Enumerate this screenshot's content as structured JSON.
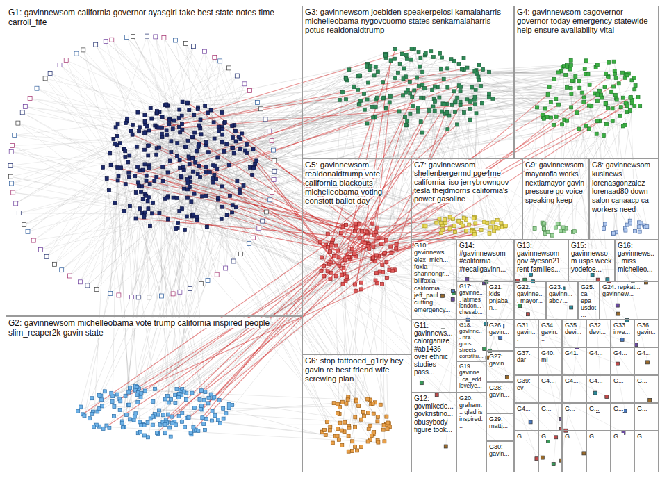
{
  "diagram": {
    "nodes": [
      {
        "text": [
          "G1: gavinnewsom california governor ayasgirl take best state notes time carroll_fife"
        ]
      },
      {
        "text": [
          "G3: gavinnewsom joebiden speakerpelosi kamalaharris michelleobama nygovcuomo states senkamalaharris potus realdonaldtrump"
        ]
      },
      {
        "text": [
          "G4: gavinnewsom cagovernor governor today emergency statewide help ensure availability vital"
        ]
      },
      {
        "text": [
          "G5: gavinnewsom realdonaldtrump vote california blackouts michelleobama voting eonstott ballot day"
        ]
      },
      {
        "text": [
          "G7: gavinnewsom shellenbergermd pge4me california_iso jerrybrowngov tesla thejdmorris california's power gasoline"
        ]
      },
      {
        "text": [
          "G9: gavinnewsom mayorofla works nextlamayor gavin pressure go voice speaking keep"
        ]
      },
      {
        "text": [
          "G8: gavinnewsom kusinews lorenasgonzalez lorenaad80 down salon canaacp ca workers need"
        ]
      },
      {
        "text": [
          "G10: gavinnews... elex_mich... foxla shannongr... billfoxla california jeff_paul cutting emergency..."
        ]
      },
      {
        "text": [
          "G14: #gavinnewsom #california #recallgavinn..."
        ]
      },
      {
        "text": [
          "G13: gavinnewsom gov #yeson21 rent families..."
        ]
      },
      {
        "text": [
          "G15: gavinnewsom usps week yodefoe..."
        ]
      },
      {
        "text": [
          "G16: gavinnews... miss michelleo..."
        ]
      },
      {
        "text": [
          "G17: gavinne... latimes london... chesab..."
        ]
      },
      {
        "text": [
          "G21: kids pnjaban..."
        ]
      },
      {
        "text": [
          "G22: gavinne... mayor..."
        ]
      },
      {
        "text": [
          "G23: gavinn... abc7..."
        ]
      },
      {
        "text": [
          "G25: ca epa usdot..."
        ]
      },
      {
        "text": [
          "G24: repkat... gavinnew..."
        ]
      },
      {
        "text": [
          "G11: gavinnews... calorganize #ab1436 over ethnic studies pass..."
        ]
      },
      {
        "text": [
          "G18: gavinne... nra guns streets constitu..."
        ]
      },
      {
        "text": [
          "G26: gavin..."
        ]
      },
      {
        "text": [
          "G27: gavin..."
        ]
      },
      {
        "text": [
          "G19: gavinne... ca_edd lovelye..."
        ]
      },
      {
        "text": [
          "G28: gavin..."
        ]
      },
      {
        "text": [
          "G12: govmikede... govkristino... obusybody figure took..."
        ]
      },
      {
        "text": [
          "G20: graham... glad is inspired..."
        ]
      },
      {
        "text": [
          "G29: mattj..."
        ]
      },
      {
        "text": [
          "G30: gavin..."
        ]
      },
      {
        "text": [
          "G2: gavinnewsom michelleobama vote trump california inspired people slim_reaper2k gavin state"
        ]
      },
      {
        "text": [
          "G6: stop tattooed_g1rly hey gavin re best friend wife screwing plan"
        ]
      },
      {
        "text": [
          "G31: gavin..."
        ]
      },
      {
        "text": [
          "G34: gavin..."
        ]
      },
      {
        "text": [
          "G35: devi..."
        ]
      },
      {
        "text": [
          "G32: devi..."
        ]
      },
      {
        "text": [
          "G33: inve..."
        ]
      },
      {
        "text": [
          "G36: gavin..."
        ]
      },
      {
        "text": [
          "G37: dar"
        ]
      },
      {
        "text": [
          "G40: mi"
        ]
      },
      {
        "text": [
          "G41:"
        ]
      },
      {
        "text": [
          "G4..."
        ]
      },
      {
        "text": [
          "G4..."
        ]
      },
      {
        "text": [
          "G4..."
        ]
      },
      {
        "text": [
          "G39: ev"
        ]
      },
      {
        "text": [
          "G4..."
        ]
      },
      {
        "text": [
          "G4..."
        ]
      },
      {
        "text": [
          "G4..."
        ]
      },
      {
        "text": [
          "G..."
        ]
      },
      {
        "text": [
          "G..."
        ]
      },
      {
        "text": [
          "G4..."
        ]
      },
      {
        "text": [
          "G..."
        ]
      },
      {
        "text": [
          "G..."
        ]
      },
      {
        "text": [
          "G..."
        ]
      },
      {
        "text": [
          "G..."
        ]
      },
      {
        "text": [
          "G..."
        ]
      },
      {
        "text": [
          "G..."
        ]
      },
      {
        "text": [
          "G..."
        ]
      },
      {
        "text": [
          "G..."
        ]
      },
      {
        "text": [
          "G..."
        ]
      },
      {
        "text": [
          "G..."
        ]
      },
      {
        "text": [
          "G..."
        ]
      }
    ]
  }
}
